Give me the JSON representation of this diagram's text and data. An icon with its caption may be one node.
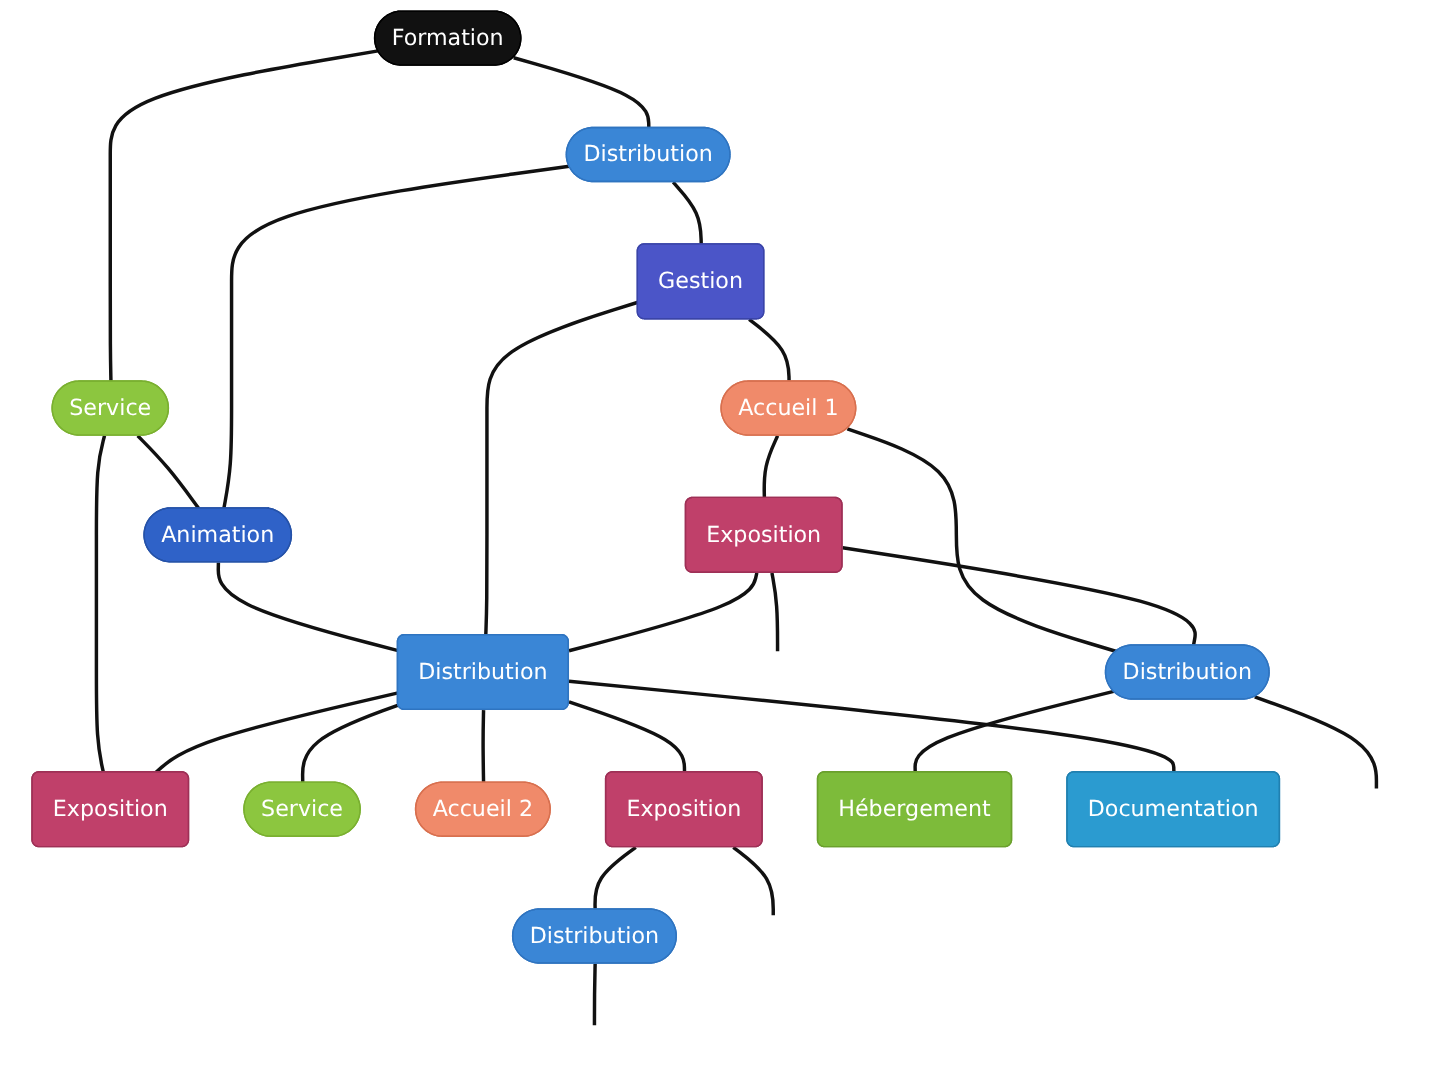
{
  "diagram": {
    "nodes": [
      {
        "text": [
          "Service"
        ]
      },
      {
        "text": [
          "Formation"
        ]
      },
      {
        "text": [
          "Animation"
        ]
      },
      {
        "text": [
          "Distribution"
        ]
      },
      {
        "text": [
          "Exposition"
        ]
      },
      {
        "text": [
          "Distribution"
        ]
      },
      {
        "text": [
          "Gestion"
        ]
      },
      {
        "text": [
          "Exposition"
        ]
      },
      {
        "text": [
          "Service"
        ]
      },
      {
        "text": [
          "Accueil 2"
        ]
      },
      {
        "text": [
          "Accueil 1"
        ]
      },
      {
        "text": [
          "Exposition"
        ]
      },
      {
        "text": [
          "Distribution"
        ]
      },
      {
        "text": [
          "Hébergement"
        ]
      },
      {
        "text": [
          "Distribution"
        ]
      },
      {
        "text": [
          "Documentation"
        ]
      }
    ],
    "edges": [
      {
        "from": 1,
        "to": 0,
        "arrow": "none"
      },
      {
        "from": 0,
        "to": 2,
        "arrow": "none"
      },
      {
        "from": 0,
        "to": 4,
        "arrow": "none"
      },
      {
        "from": 1,
        "to": 3,
        "arrow": "none"
      },
      {
        "from": 3,
        "to": 2,
        "arrow": "none"
      },
      {
        "from": 2,
        "to": 5,
        "arrow": "none"
      },
      {
        "from": 5,
        "to": 4,
        "arrow": "none"
      },
      {
        "from": 3,
        "to": 6,
        "arrow": "none"
      },
      {
        "from": 6,
        "to": 5,
        "arrow": "none"
      },
      {
        "from": 7,
        "to": 5,
        "arrow": "none"
      },
      {
        "from": 5,
        "to": 8,
        "arrow": "none"
      },
      {
        "from": 5,
        "to": 9,
        "arrow": "none"
      },
      {
        "from": 5,
        "to": 11,
        "arrow": "none"
      },
      {
        "from": 5,
        "to": 15,
        "arrow": "none"
      },
      {
        "from": 6,
        "to": 10,
        "arrow": "none"
      },
      {
        "from": 10,
        "to": 7,
        "arrow": "none"
      },
      {
        "from": 10,
        "to": 12,
        "arrow": "none"
      },
      {
        "from": 7,
        "to": 12,
        "arrow": "none"
      },
      {
        "from": 12,
        "to": 13,
        "arrow": "none"
      },
      {
        "from": 12,
        "to": null,
        "arrow": "none"
      },
      {
        "from": 7,
        "to": null,
        "arrow": "none"
      },
      {
        "from": 11,
        "to": null,
        "arrow": "none"
      },
      {
        "from": null,
        "to": 14,
        "arrow": "none"
      },
      {
        "from": 11,
        "to": 14,
        "arrow": "none"
      }
    ]
  }
}
